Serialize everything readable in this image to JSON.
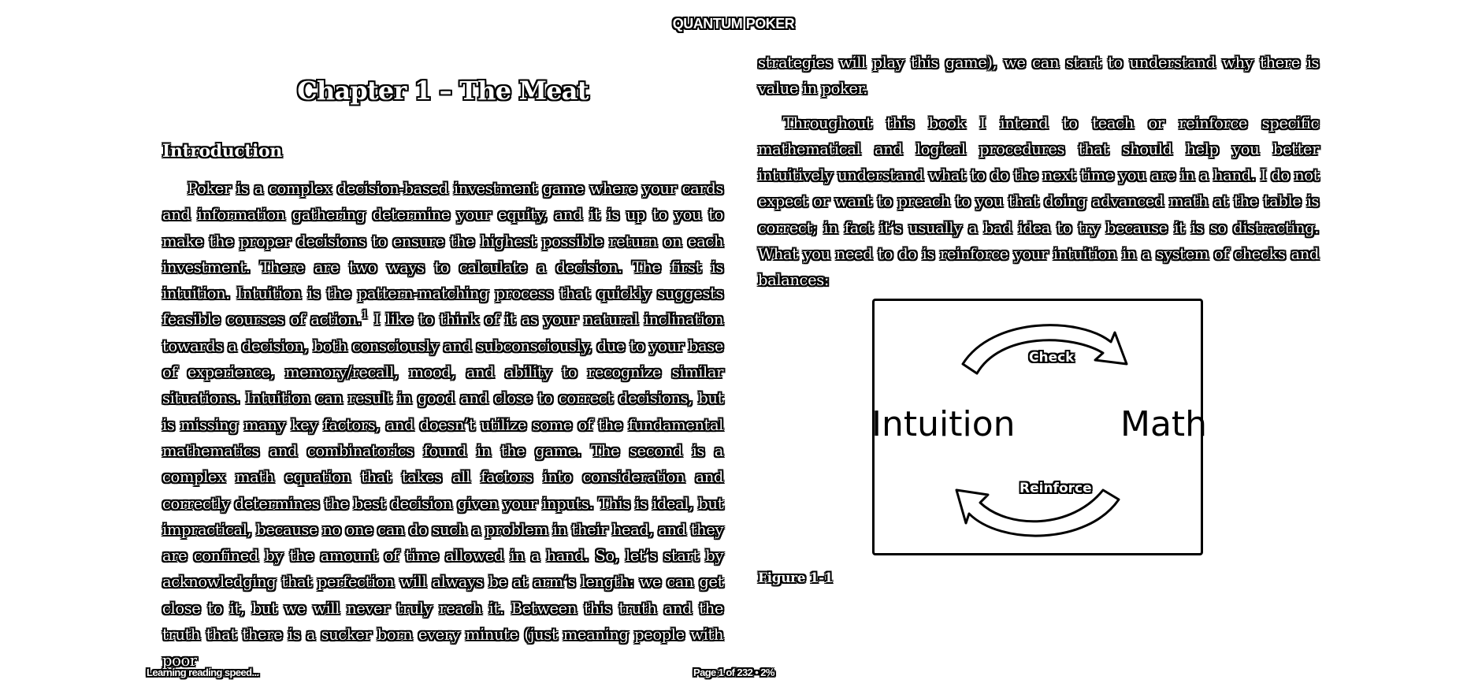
{
  "header": {
    "book_title": "QUANTUM POKER"
  },
  "left_page": {
    "chapter_title": "Chapter 1 – The Meat",
    "section_heading": "Introduction",
    "paragraph_before_footnote": "Poker is a complex decision-based investment game where your cards and information gathering determine your equity, and it is up to you to make the proper decisions to ensure the highest possible return on each investment. There are two ways to calculate a decision. The first is intuition. Intuition is the pattern-matching process that quickly suggests feasible courses of action.",
    "footnote_marker": "1",
    "paragraph_after_footnote": " I like to think of it as your natural inclination towards a decision, both consciously and subconsciously, due to your base of experience, memory/recall, mood, and ability to recognize similar situations. Intuition can result in good and close to correct decisions, but is missing many key factors, and doesn’t utilize some of the fundamental mathematics and combinatorics found in the game. The second is a complex math equation that takes all factors into consideration and correctly determines the best decision given your inputs. This is ideal, but impractical, because no one can do such a problem in their head, and they are confined by the amount of time allowed in a hand. So, let’s start by acknowledging that perfection will always be at arm’s length: we can get close to it, but we will never truly reach it. Between this truth and the truth that there is a sucker born every minute (just meaning people with poor"
  },
  "right_page": {
    "paragraph_1": "strategies will play this game), we can start to understand why there is value in poker.",
    "paragraph_2": "Throughout this book I intend to teach or reinforce specific mathematical and logical procedures that should help you better intuitively understand what to do the next time you are in a hand. I do not expect or want to preach to you that doing advanced math at the table is correct; in fact it’s usually a bad idea to try because it is so distracting. What you need to do is reinforce your intuition in a system of checks and balances:",
    "figure": {
      "left_label": "Intuition",
      "right_label": "Math",
      "top_arrow_label": "Check",
      "bottom_arrow_label": "Reinforce"
    },
    "figure_caption": "Figure 1-1"
  },
  "status_bar": {
    "reading_speed": "Learning reading speed...",
    "page_indicator": "Page 1 of 232 • 2%"
  }
}
